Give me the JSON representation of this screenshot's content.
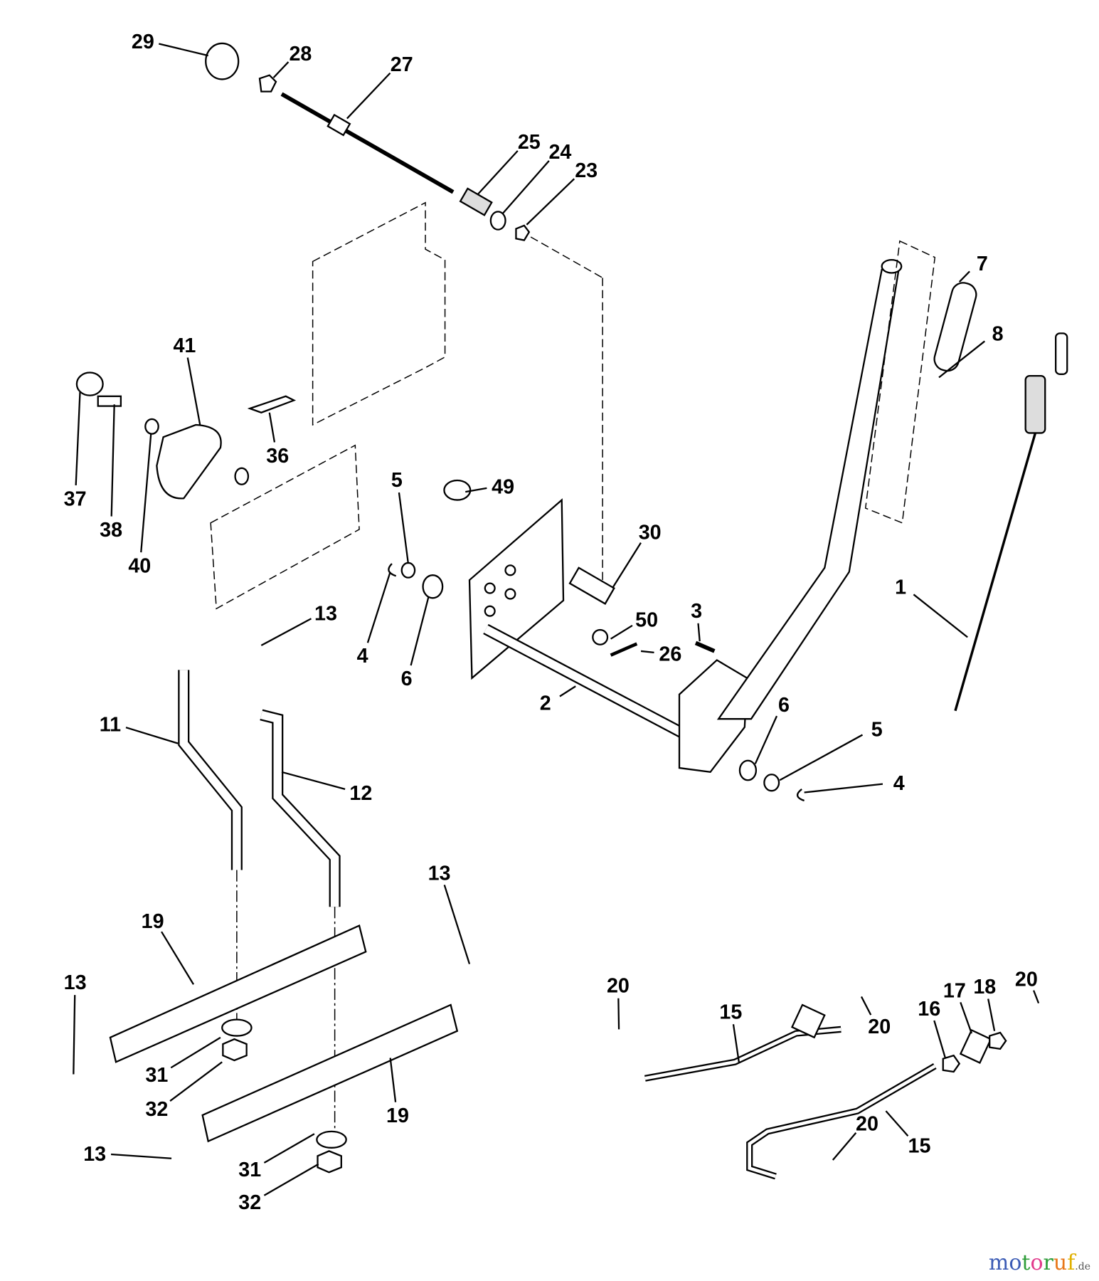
{
  "callouts": [
    "29",
    "28",
    "27",
    "25",
    "24",
    "23",
    "7",
    "8",
    "41",
    "36",
    "37",
    "38",
    "40",
    "5",
    "49",
    "30",
    "1",
    "3",
    "50",
    "26",
    "13",
    "4",
    "6",
    "2",
    "11",
    "12",
    "6",
    "5",
    "4",
    "13",
    "19",
    "13",
    "31",
    "32",
    "19",
    "13",
    "31",
    "32",
    "20",
    "15",
    "20",
    "16",
    "17",
    "18",
    "20",
    "20",
    "15"
  ],
  "watermark": {
    "text": "motoruf",
    "suffix": ".de",
    "colors": [
      "#3b5bb5",
      "#3b5bb5",
      "#2e9d3a",
      "#e23b8c",
      "#2e9d3a",
      "#e8771a",
      "#e0b000"
    ]
  }
}
